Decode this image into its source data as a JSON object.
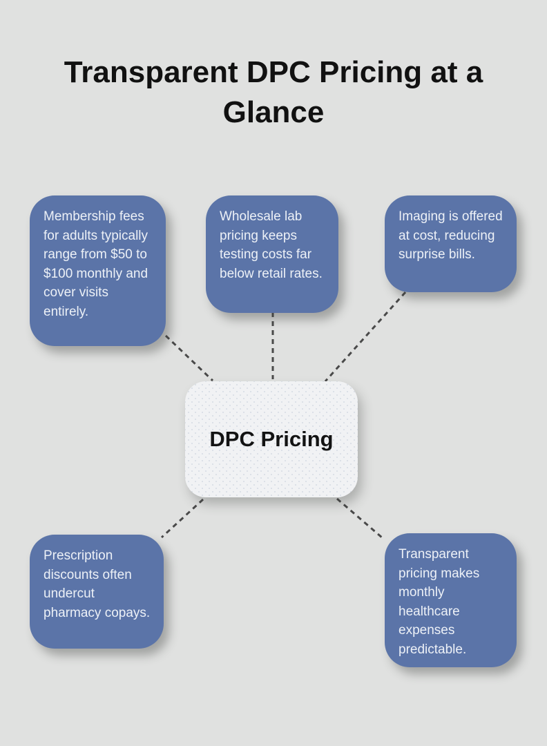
{
  "page": {
    "title": "Transparent DPC Pricing at a Glance"
  },
  "center_node": {
    "label": "DPC Pricing"
  },
  "nodes": [
    {
      "id": "membership-fees",
      "position": "top-left",
      "text": "Membership fees for adults typically range from $50 to $100 monthly and cover visits entirely."
    },
    {
      "id": "wholesale-lab-pricing",
      "position": "top-center",
      "text": "Wholesale lab pricing keeps testing costs far below retail rates."
    },
    {
      "id": "imaging-at-cost",
      "position": "top-right",
      "text": "Imaging is offered at cost, reducing surprise bills."
    },
    {
      "id": "prescription-discounts",
      "position": "bottom-left",
      "text": "Prescription discounts often undercut pharmacy copays."
    },
    {
      "id": "predictable-expenses",
      "position": "bottom-right",
      "text": "Transparent pricing makes monthly healthcare expenses predictable."
    }
  ],
  "colors": {
    "background": "#e0e1e0",
    "node_bg": "#5b74a8",
    "node_text": "#edf1f7",
    "center_bg": "#f1f2f4",
    "center_text": "#131313",
    "connector": "#494949",
    "title_text": "#111111"
  }
}
